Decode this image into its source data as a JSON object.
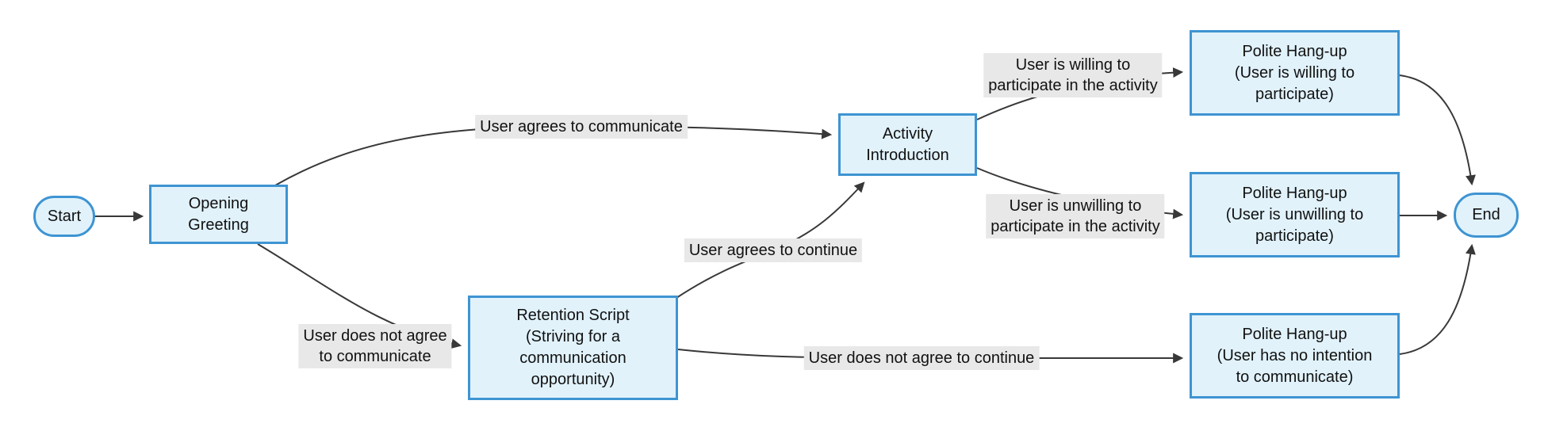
{
  "diagram": {
    "type": "flowchart",
    "direction": "left-to-right",
    "colors": {
      "node_fill": "#E1F2FB",
      "node_border": "#3E94D2",
      "edge_color": "#383838",
      "edge_label_bg": "#E8E8E8",
      "text_color": "#111111"
    },
    "nodes": {
      "start": {
        "shape": "stadium",
        "label": "Start"
      },
      "opening_greeting": {
        "shape": "rect",
        "label": "Opening\nGreeting"
      },
      "retention_script": {
        "shape": "rect",
        "label": "Retention Script\n(Striving for a\ncommunication\nopportunity)"
      },
      "activity_introduction": {
        "shape": "rect",
        "label": "Activity\nIntroduction"
      },
      "hangup_willing": {
        "shape": "rect",
        "label": "Polite Hang-up\n(User is willing to\nparticipate)"
      },
      "hangup_unwilling": {
        "shape": "rect",
        "label": "Polite Hang-up\n(User is unwilling to\nparticipate)"
      },
      "hangup_no_intention": {
        "shape": "rect",
        "label": "Polite Hang-up\n(User has no intention\nto communicate)"
      },
      "end": {
        "shape": "stadium",
        "label": "End"
      }
    },
    "edges": [
      {
        "from": "start",
        "to": "opening_greeting",
        "label": ""
      },
      {
        "from": "opening_greeting",
        "to": "activity_introduction",
        "label": "User agrees to communicate"
      },
      {
        "from": "opening_greeting",
        "to": "retention_script",
        "label": "User does not agree\nto communicate"
      },
      {
        "from": "retention_script",
        "to": "activity_introduction",
        "label": "User agrees to continue"
      },
      {
        "from": "retention_script",
        "to": "hangup_no_intention",
        "label": "User does not agree to continue"
      },
      {
        "from": "activity_introduction",
        "to": "hangup_willing",
        "label": "User is willing to\nparticipate in the activity"
      },
      {
        "from": "activity_introduction",
        "to": "hangup_unwilling",
        "label": "User is unwilling to\nparticipate in the activity"
      },
      {
        "from": "hangup_willing",
        "to": "end",
        "label": ""
      },
      {
        "from": "hangup_unwilling",
        "to": "end",
        "label": ""
      },
      {
        "from": "hangup_no_intention",
        "to": "end",
        "label": ""
      }
    ]
  }
}
